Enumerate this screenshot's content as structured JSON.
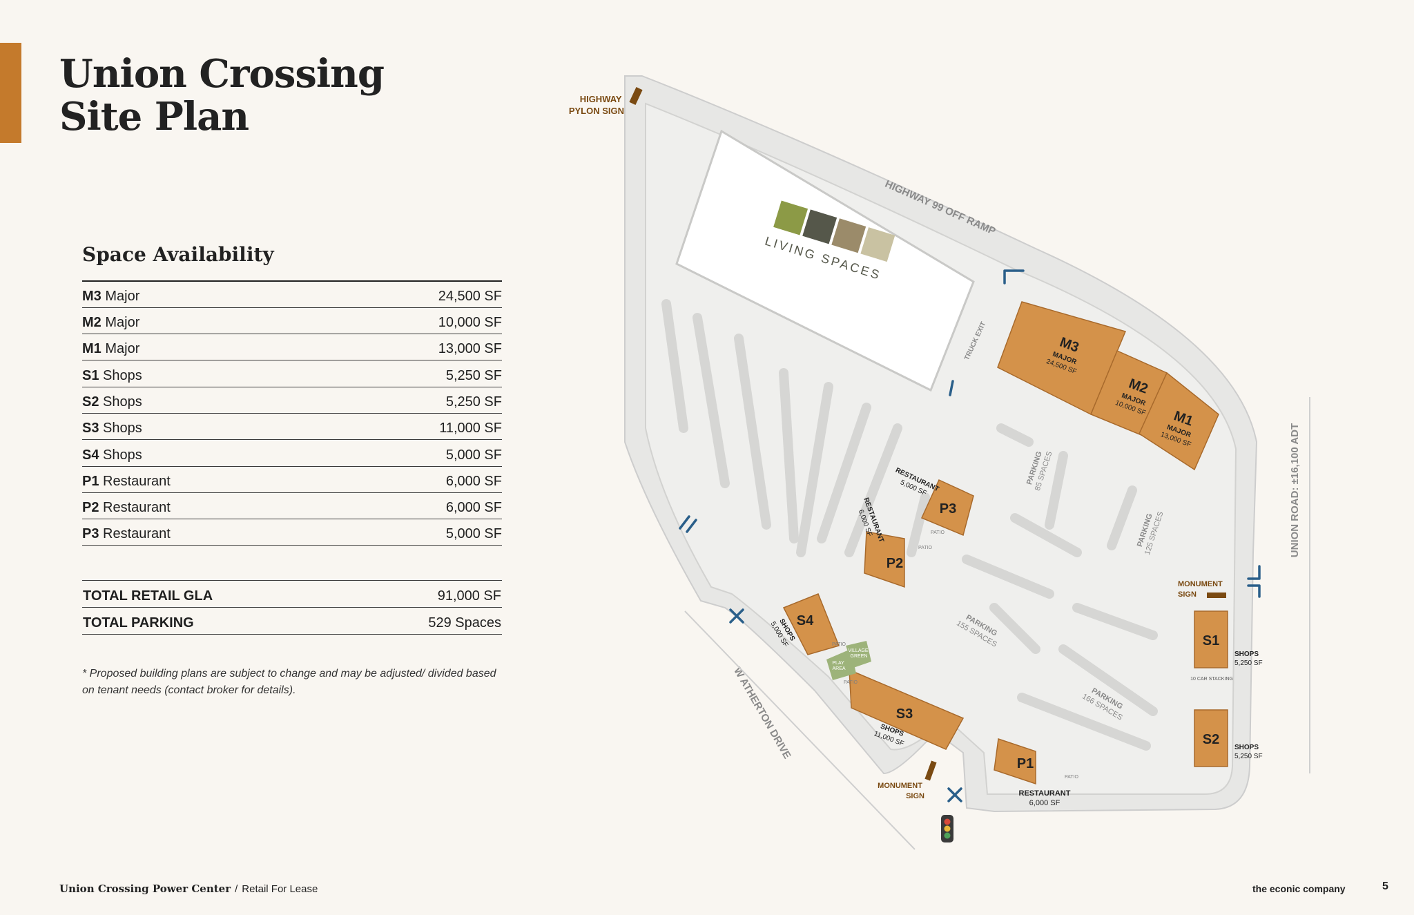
{
  "page": {
    "title_line1": "Union Crossing",
    "title_line2": "Site Plan",
    "page_number": "5"
  },
  "availability": {
    "heading": "Space Availability",
    "rows": [
      {
        "code": "M3",
        "type": "Major",
        "size": "24,500 SF"
      },
      {
        "code": "M2",
        "type": "Major",
        "size": "10,000 SF"
      },
      {
        "code": "M1",
        "type": "Major",
        "size": "13,000 SF"
      },
      {
        "code": "S1",
        "type": "Shops",
        "size": "5,250 SF"
      },
      {
        "code": "S2",
        "type": "Shops",
        "size": "5,250 SF"
      },
      {
        "code": "S3",
        "type": "Shops",
        "size": "11,000 SF"
      },
      {
        "code": "S4",
        "type": "Shops",
        "size": "5,000 SF"
      },
      {
        "code": "P1",
        "type": "Restaurant",
        "size": "6,000 SF"
      },
      {
        "code": "P2",
        "type": "Restaurant",
        "size": "6,000 SF"
      },
      {
        "code": "P3",
        "type": "Restaurant",
        "size": "5,000 SF"
      }
    ],
    "totals": [
      {
        "label": "TOTAL RETAIL GLA",
        "value": "91,000 SF"
      },
      {
        "label": "TOTAL PARKING",
        "value": "529 Spaces"
      }
    ],
    "footnote": "* Proposed building plans are subject to change and may be adjusted/ divided based on tenant needs (contact broker for details)."
  },
  "footer": {
    "project": "Union Crossing Power Center",
    "separator": "/",
    "subtitle": "Retail For Lease",
    "brand": "the econic company"
  },
  "site_map": {
    "colors": {
      "building": "#d4924a",
      "accent": "#c47a2c",
      "road": "#d9d9d9",
      "arrow": "#2a5f8a",
      "label_brown": "#7a4a12"
    },
    "anchor": {
      "line1": "LIVING",
      "line2": "SPACES"
    },
    "roads": {
      "highway_ramp": "HIGHWAY 99 OFF RAMP",
      "atherton": "W ATHERTON DRIVE",
      "union": "UNION ROAD: ±16,100 ADT",
      "truck_exit": "TRUCK EXIT"
    },
    "signs": {
      "pylon_line1": "HIGHWAY",
      "pylon_line2": "PYLON SIGN",
      "monument_east_line1": "MONUMENT",
      "monument_east_line2": "SIGN",
      "monument_south_line1": "MONUMENT",
      "monument_south_line2": "SIGN"
    },
    "buildings": {
      "m3": {
        "code": "M3",
        "type": "MAJOR",
        "size": "24,500 SF"
      },
      "m2": {
        "code": "M2",
        "type": "MAJOR",
        "size": "10,000 SF"
      },
      "m1": {
        "code": "M1",
        "type": "MAJOR",
        "size": "13,000 SF"
      },
      "p3": {
        "code": "P3",
        "label": "RESTAURANT",
        "size": "5,000 SF"
      },
      "p2": {
        "code": "P2",
        "label": "RESTAURANT",
        "size": "6,000 SF"
      },
      "p1": {
        "code": "P1",
        "label": "RESTAURANT",
        "size": "6,000 SF"
      },
      "s4": {
        "code": "S4",
        "label": "SHOPS",
        "size": "5,000 SF"
      },
      "s3": {
        "code": "S3",
        "label": "SHOPS",
        "size": "11,000 SF"
      },
      "s1": {
        "code": "S1",
        "label": "SHOPS",
        "size": "5,250 SF"
      },
      "s2": {
        "code": "S2",
        "label": "SHOPS",
        "size": "5,250 SF"
      }
    },
    "parking": {
      "p85": {
        "label": "PARKING",
        "count": "85 SPACES"
      },
      "p125": {
        "label": "PARKING",
        "count": "125 SPACES"
      },
      "p155": {
        "label": "PARKING",
        "count": "155 SPACES"
      },
      "p166": {
        "label": "PARKING",
        "count": "166 SPACES"
      }
    },
    "misc": {
      "patio": "PATIO",
      "play_line1": "PLAY",
      "play_line2": "AREA",
      "village_line1": "VILLAGE",
      "village_line2": "GREEN",
      "stacking": "10 CAR STACKING"
    }
  }
}
